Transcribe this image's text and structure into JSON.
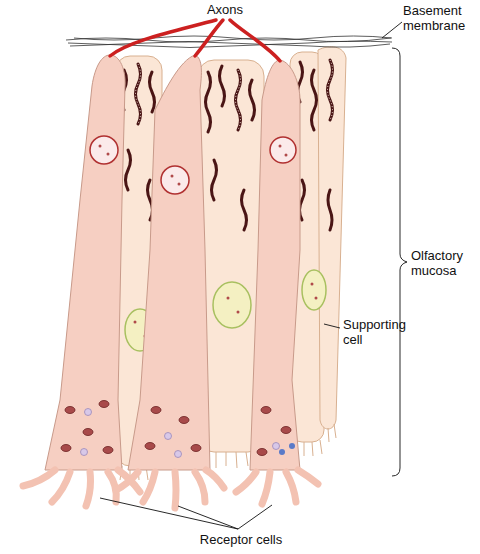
{
  "diagram": {
    "labels": [
      "Axons",
      "Basement membrane",
      "Olfactory mucosa",
      "Supporting cell",
      "Receptor cells"
    ]
  }
}
